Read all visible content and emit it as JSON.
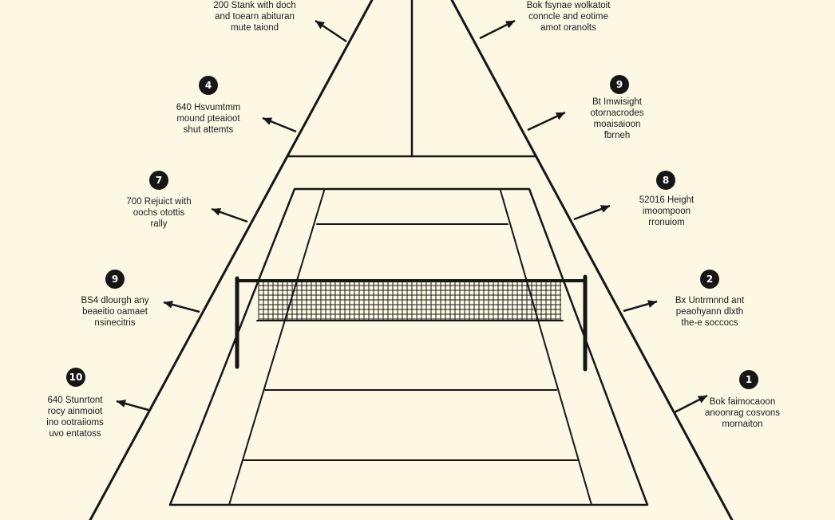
{
  "colors": {
    "background": "#fdf8e4",
    "ink": "#161616"
  },
  "callouts": [
    {
      "number": "",
      "lines": [
        "200 Stank with doch",
        "and toearn abituran",
        "mute taiond"
      ]
    },
    {
      "number": "",
      "lines": [
        "Bok fsynae wolkatoit",
        "conncle and eotime",
        "amot oranolts"
      ]
    },
    {
      "number": "4",
      "lines": [
        "640 Hsvumtmm",
        "mound pteaioot",
        "shut attemts"
      ]
    },
    {
      "number": "9",
      "lines": [
        "Bt Imwisight",
        "otornacrodes",
        "moaisaioon",
        "fbrneh"
      ]
    },
    {
      "number": "7",
      "lines": [
        "700 Rejuict with",
        "oochs otottis",
        "rally"
      ]
    },
    {
      "number": "8",
      "lines": [
        "52016 Height",
        "imoompoon",
        "rronuiom"
      ]
    },
    {
      "number": "9",
      "lines": [
        "BS4 dlourgh any",
        "beaeitio oamaet",
        "nsinecitris"
      ]
    },
    {
      "number": "2",
      "lines": [
        "Bx Untrmnnd ant",
        "peaohyann dlxth",
        "the-e soccocs"
      ]
    },
    {
      "number": "10",
      "lines": [
        "640 Stunrtont",
        "rocy ainmoiot",
        "ino ootraiioms",
        "uvo entatoss"
      ]
    },
    {
      "number": "1",
      "lines": [
        "Bok faimocaoon",
        "anoonrag cosvons",
        "mornaiton"
      ]
    }
  ]
}
